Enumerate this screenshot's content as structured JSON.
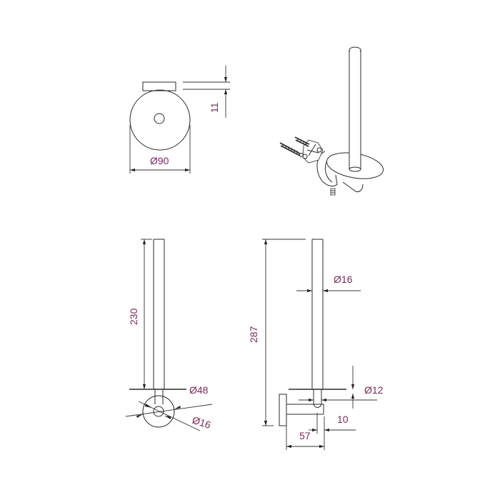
{
  "drawing": {
    "subject": "spare toilet roll holder technical drawing",
    "label_color": "#7a2a5a",
    "line_color": "#2a2a2a"
  },
  "top_view": {
    "diameter_label": "Ø90",
    "thickness_label": "11"
  },
  "front_view": {
    "height_label": "230",
    "plate_diameter_label": "Ø48",
    "rod_diameter_label": "Ø16"
  },
  "side_view": {
    "total_height_label": "287",
    "rod_diameter_label": "Ø16",
    "stem_diameter_label": "Ø12",
    "offset_label": "10",
    "depth_label": "57"
  },
  "isometric_view": {
    "parts": [
      "vertical-rod",
      "disc-plate",
      "wall-mount-rosette",
      "mounting-bracket",
      "wall-plug-left",
      "wall-plug-right",
      "grub-screw"
    ]
  }
}
